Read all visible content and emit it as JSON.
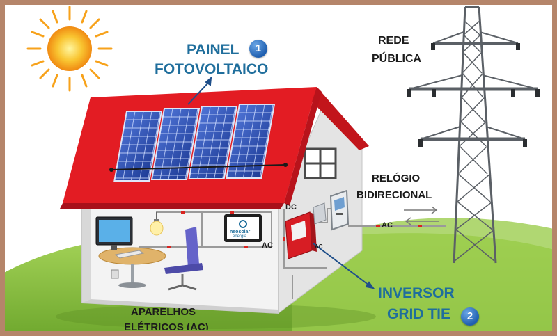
{
  "labels": {
    "painel": "PAINEL",
    "fotovoltaico": "FOTOVOLTAICO",
    "painel_number": "1",
    "rede": "REDE",
    "publica": "PÚBLICA",
    "relogio": "RELÓGIO",
    "bidirecional": "BIDIRECIONAL",
    "inversor": "INVERSOR",
    "grid_tie": "GRID TIE",
    "inversor_number": "2",
    "aparelhos": "APARELHOS",
    "eletricos": "ELÉTRICOS (AC)",
    "dc": "DC",
    "ac_house": "AC",
    "ac_grid": "AC",
    "ac_inverter": "AC",
    "monitor_brand": "neosolar",
    "monitor_sub": "energia"
  },
  "colors": {
    "roof": "#e31c23",
    "wall": "#e6e6e6",
    "panel": "#2c4aa8",
    "grass": "#8fc641",
    "sun": "#f7a21b",
    "label_blue": "#1f6e9c",
    "wire": "#d9231f",
    "frame": "#b5856a"
  }
}
